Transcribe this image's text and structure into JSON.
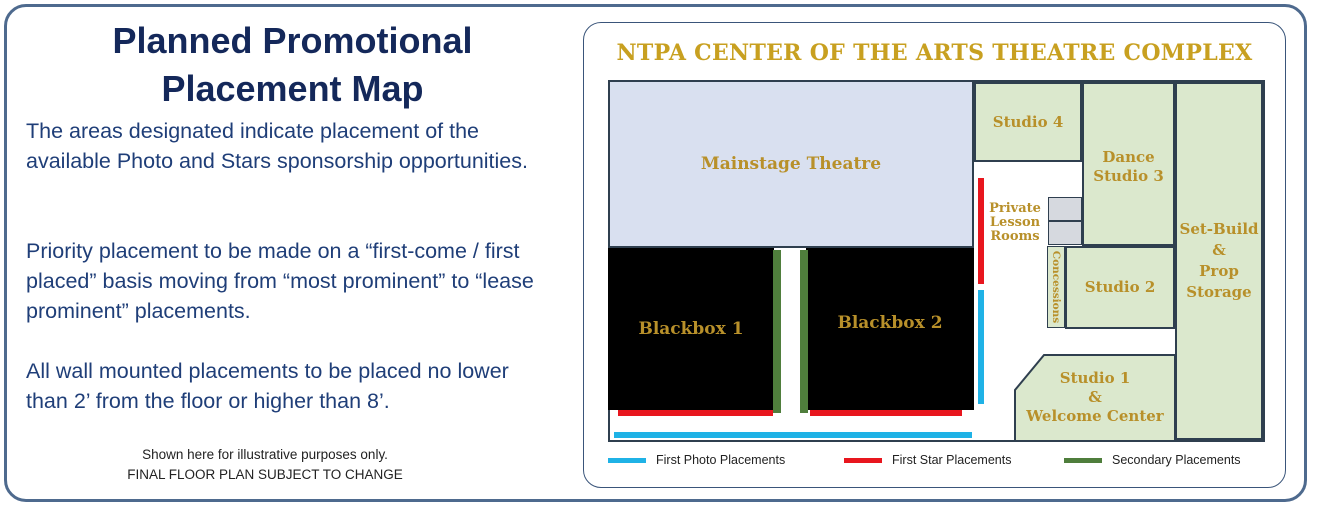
{
  "left": {
    "title_line1": "Planned Promotional",
    "title_line2": "Placement Map",
    "para1": "The areas designated indicate placement of the available Photo and Stars sponsorship opportunities.",
    "para2": "Priority placement to be made on a “first-come / first placed” basis moving from “most prominent” to “lease prominent” placements.",
    "para3": "All wall mounted placements to be placed no lower than 2’ from the floor or higher than 8’.",
    "disclaimer1": "Shown here for illustrative purposes only.",
    "disclaimer2": "FINAL FLOOR PLAN SUBJECT TO CHANGE"
  },
  "map": {
    "title": "NTPA CENTER OF THE ARTS THEATRE COMPLEX",
    "rooms": {
      "mainstage": "Mainstage Theatre",
      "blackbox1": "Blackbox 1",
      "blackbox2": "Blackbox 2",
      "studio4": "Studio 4",
      "dance3_line1": "Dance",
      "dance3_line2": "Studio 3",
      "private_line1": "Private",
      "private_line2": "Lesson",
      "private_line3": "Rooms",
      "concessions": "Concessions",
      "studio2": "Studio 2",
      "setbuild_line1": "Set-Build",
      "setbuild_line2": "&",
      "setbuild_line3": "Prop",
      "setbuild_line4": "Storage",
      "studio1_line1": "Studio 1",
      "studio1_line2": "&",
      "studio1_line3": "Welcome Center"
    },
    "legend": {
      "photo": "First Photo Placements",
      "star": "First Star Placements",
      "secondary": "Secondary Placements"
    },
    "colors": {
      "photo": "#1fb2e6",
      "star": "#e8161e",
      "secondary": "#4f7e3c",
      "studio_fill": "#dbe8cd",
      "mainstage_fill": "#d9e0f0",
      "blackbox_fill": "#000000",
      "title": "#c8a020"
    }
  }
}
